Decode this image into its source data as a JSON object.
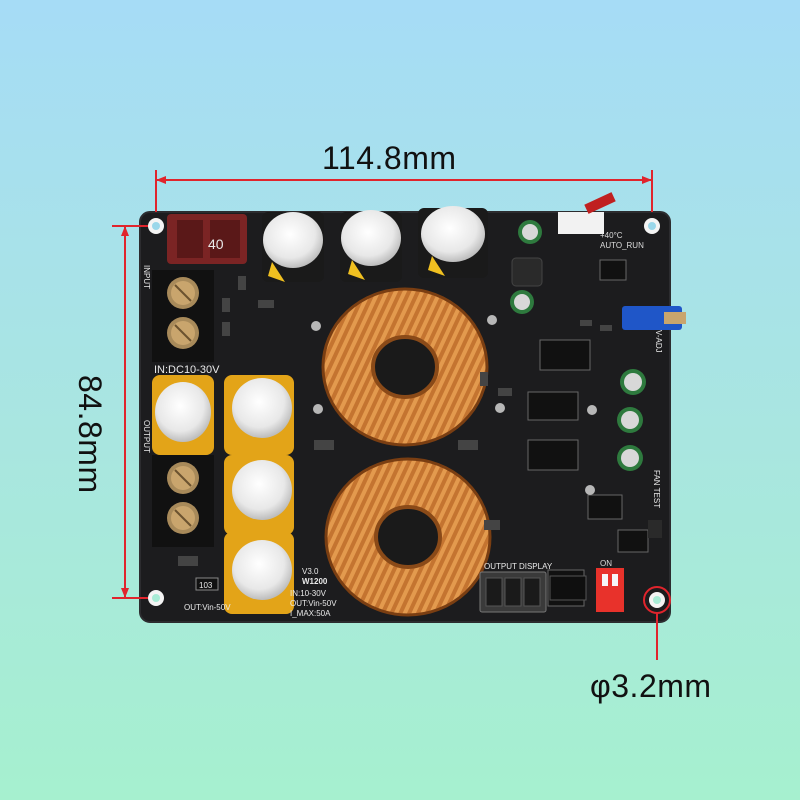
{
  "dimensions": {
    "width": "114.8mm",
    "height": "84.8mm",
    "hole": "φ3.2mm"
  },
  "board_silkscreen": {
    "input_label": "IN:DC10-30V",
    "input_side": "INPUT",
    "output_side": "OUTPUT",
    "version": "V3.0",
    "model": "W1200",
    "spec_in": "IN:10-30V",
    "spec_out": "OUT:Vin-50V",
    "spec_imax": "I_MAX:50A",
    "out_range": "OUT:Vin-50V",
    "display_title": "OUTPUT DISPLAY",
    "fan_test": "FAN TEST",
    "resistor_code": "103",
    "fuse_marking": "40",
    "dip_on": "ON",
    "v_adj": "V-ADJ",
    "auto_run": "AUTO_RUN",
    "temp": "+40°C"
  },
  "colors": {
    "background_top": "#a6dcf6",
    "background_bottom": "#a6f0cf",
    "pcb": "#1c1c1e",
    "dimension_line": "#e0242c",
    "copper_coil": "#c8782f"
  }
}
